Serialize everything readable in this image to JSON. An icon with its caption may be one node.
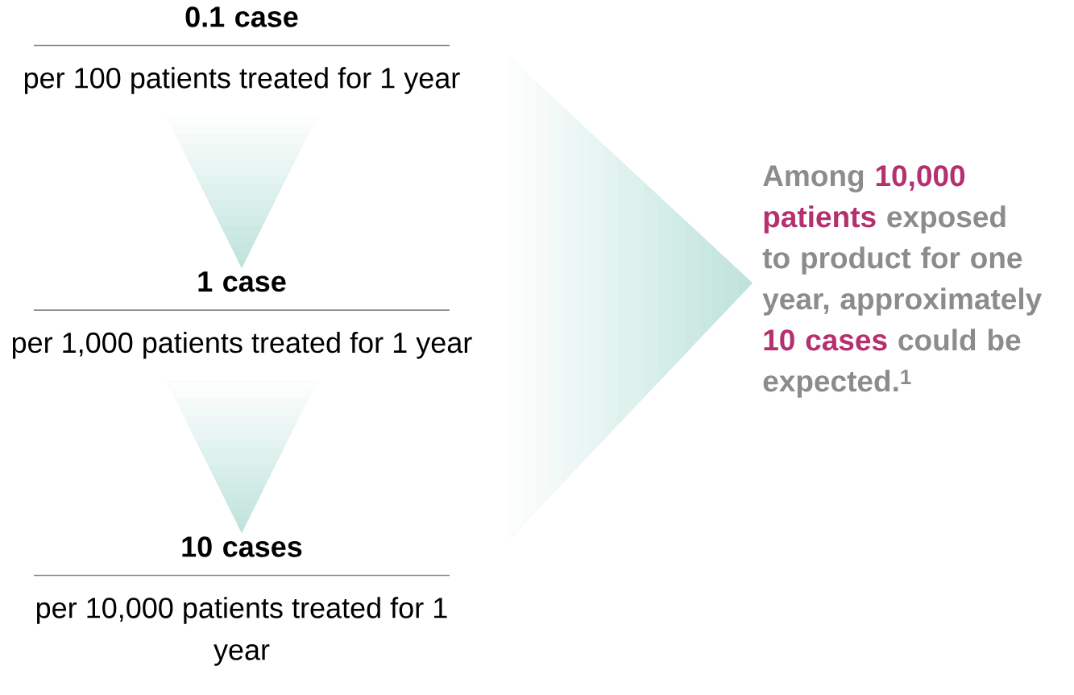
{
  "diagram": {
    "nodes": [
      {
        "text": [
          "0.1 case",
          "per 100 patients treated for 1 year"
        ]
      },
      {
        "text": [
          "1 case",
          "per 1,000 patients treated for 1 year"
        ]
      },
      {
        "text": [
          "10 cases",
          "per 10,000 patients treated for 1 year"
        ]
      },
      {
        "text": [
          "Among **10,000 patients** exposed to product for one year, approximately **10 cases** could be expected.$^{1}$"
        ]
      }
    ],
    "edges": [
      {
        "from": 0,
        "to": 1,
        "arrow": "to"
      },
      {
        "from": 1,
        "to": 2,
        "arrow": "to"
      },
      {
        "from": 1,
        "to": 3,
        "arrow": "to"
      }
    ]
  }
}
